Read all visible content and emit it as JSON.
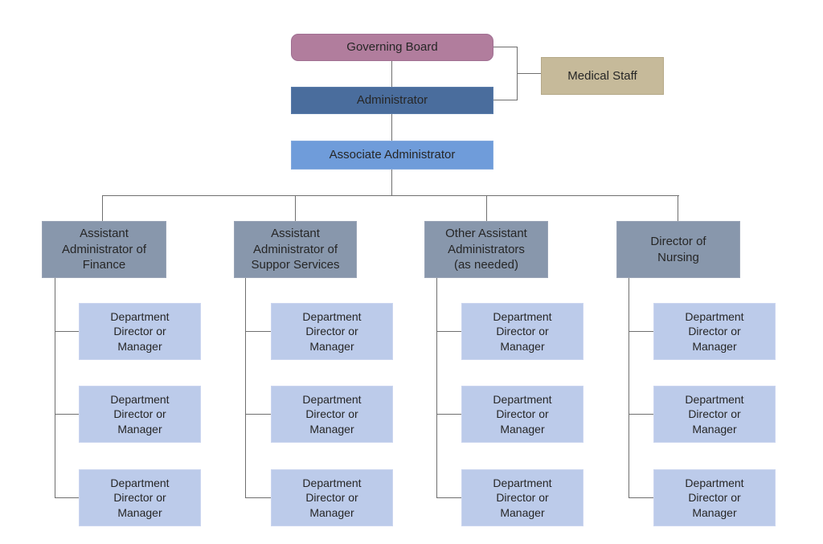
{
  "colors": {
    "governing_board_fill": "#b17d9d",
    "governing_board_border": "#a06f92",
    "medical_staff_fill": "#c6ba9a",
    "medical_staff_border": "#b5a988",
    "administrator_fill": "#4a6d9d",
    "administrator_border": "#5b7dab",
    "associate_fill": "#6f9cda",
    "associate_border": "#84aade",
    "branch_fill": "#8897ac",
    "branch_border": "#99a4b6",
    "department_fill": "#bccbea",
    "department_border": "#cbd5ef",
    "connector_color": "#6f6f6f",
    "text_color": "#262626"
  },
  "org": {
    "top": {
      "governing_board": "Governing Board",
      "medical_staff": "Medical Staff",
      "administrator": "Administrator",
      "associate_administrator": "Associate Administrator"
    },
    "branches": [
      {
        "label": "Assistant\nAdministrator of\nFinance",
        "children": [
          "Department\nDirector or\nManager",
          "Department\nDirector or\nManager",
          "Department\nDirector or\nManager"
        ]
      },
      {
        "label": "Assistant\nAdministrator of\nSuppor Services",
        "children": [
          "Department\nDirector or\nManager",
          "Department\nDirector or\nManager",
          "Department\nDirector or\nManager"
        ]
      },
      {
        "label": "Other Assistant\nAdministrators\n(as needed)",
        "children": [
          "Department\nDirector or\nManager",
          "Department\nDirector or\nManager",
          "Department\nDirector or\nManager"
        ]
      },
      {
        "label": "Director of\nNursing",
        "children": [
          "Department\nDirector or\nManager",
          "Department\nDirector or\nManager",
          "Department\nDirector or\nManager"
        ]
      }
    ]
  }
}
